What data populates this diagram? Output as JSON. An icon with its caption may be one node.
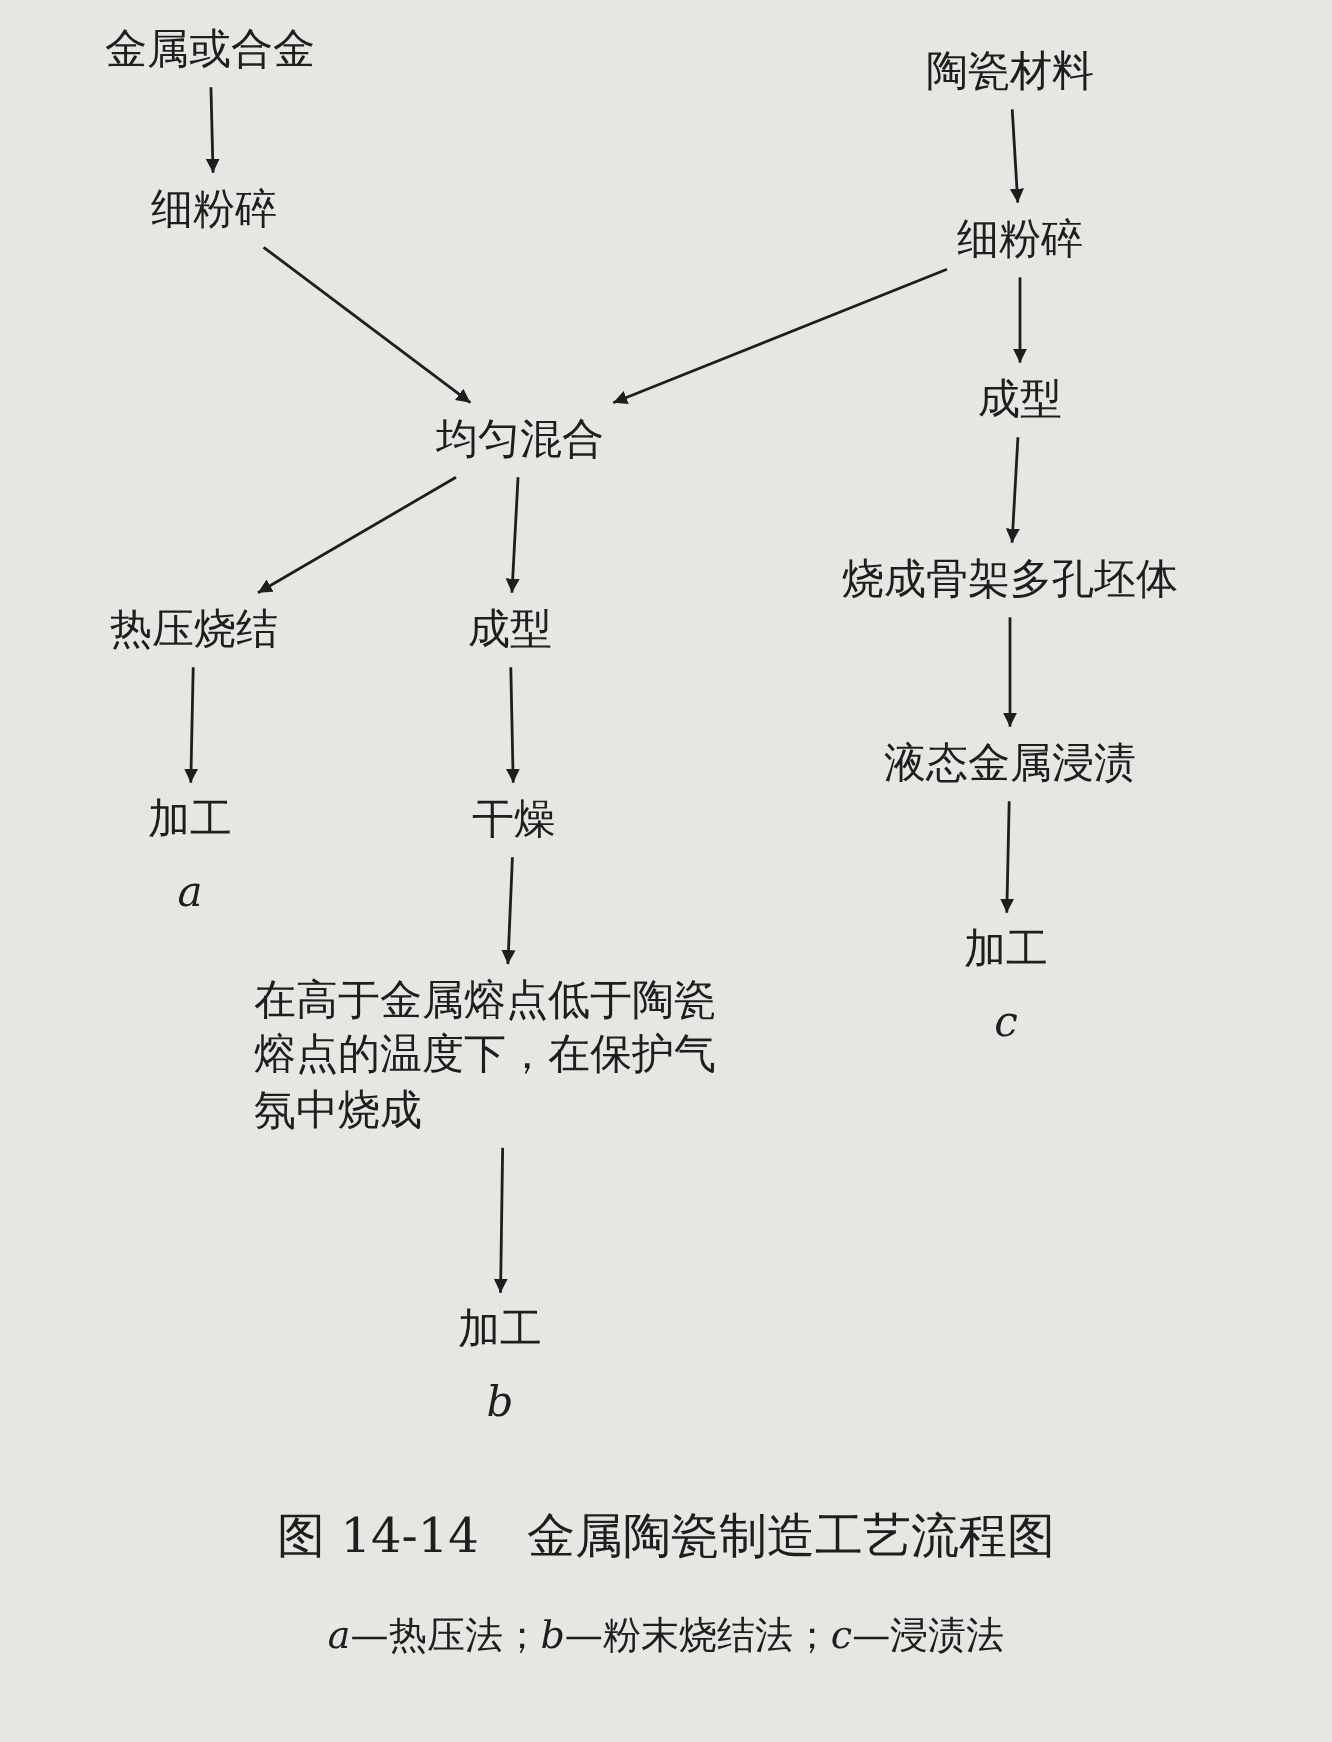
{
  "diagram": {
    "title": "图 14-14　金属陶瓷制造工艺流程图",
    "caption": "*a*—热压法；*b*—粉末烧结法；*c*—浸渍法",
    "nodes": [
      {
        "text": [
          "金属或合金"
        ]
      },
      {
        "text": [
          "细粉碎"
        ]
      },
      {
        "text": [
          "陶瓷材料"
        ]
      },
      {
        "text": [
          "细粉碎"
        ]
      },
      {
        "text": [
          "均匀混合"
        ]
      },
      {
        "text": [
          "成型"
        ]
      },
      {
        "text": [
          "热压烧结"
        ]
      },
      {
        "text": [
          "成型"
        ]
      },
      {
        "text": [
          "烧成骨架多孔坯体"
        ]
      },
      {
        "text": [
          "加工"
        ],
        "beside": [
          "a"
        ]
      },
      {
        "text": [
          "干燥"
        ]
      },
      {
        "text": [
          "液态金属浸渍"
        ]
      },
      {
        "text": [
          "在高于金属熔点低于陶瓷熔点的温度下，在保护气氛中烧成"
        ]
      },
      {
        "text": [
          "加工"
        ],
        "beside": [
          "c"
        ]
      },
      {
        "text": [
          "加工"
        ],
        "beside": [
          "b"
        ]
      }
    ],
    "edges": [
      {
        "from": 0,
        "to": 1,
        "arrow": "to"
      },
      {
        "from": 1,
        "to": 4,
        "arrow": "to"
      },
      {
        "from": 2,
        "to": 3,
        "arrow": "to"
      },
      {
        "from": 3,
        "to": 4,
        "arrow": "to"
      },
      {
        "from": 3,
        "to": 5,
        "arrow": "to"
      },
      {
        "from": 4,
        "to": 6,
        "arrow": "to"
      },
      {
        "from": 4,
        "to": 7,
        "arrow": "to"
      },
      {
        "from": 5,
        "to": 8,
        "arrow": "to"
      },
      {
        "from": 6,
        "to": 9,
        "arrow": "to"
      },
      {
        "from": 7,
        "to": 10,
        "arrow": "to"
      },
      {
        "from": 8,
        "to": 11,
        "arrow": "to"
      },
      {
        "from": 10,
        "to": 12,
        "arrow": "to"
      },
      {
        "from": 11,
        "to": 13,
        "arrow": "to"
      },
      {
        "from": 12,
        "to": 14,
        "arrow": "to"
      }
    ]
  }
}
